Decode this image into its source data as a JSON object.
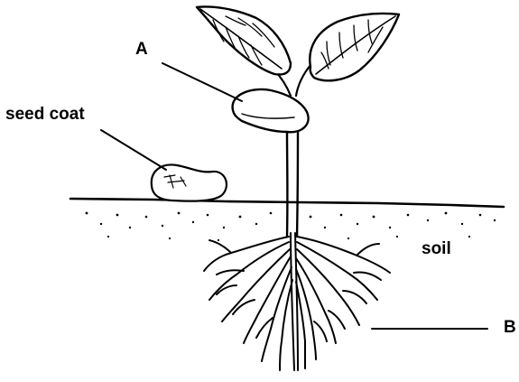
{
  "diagram": {
    "labels": {
      "a": "A",
      "seed_coat": "seed coat",
      "soil": "soil",
      "b": "B"
    },
    "colors": {
      "ink": "#000000",
      "background": "#ffffff"
    }
  }
}
